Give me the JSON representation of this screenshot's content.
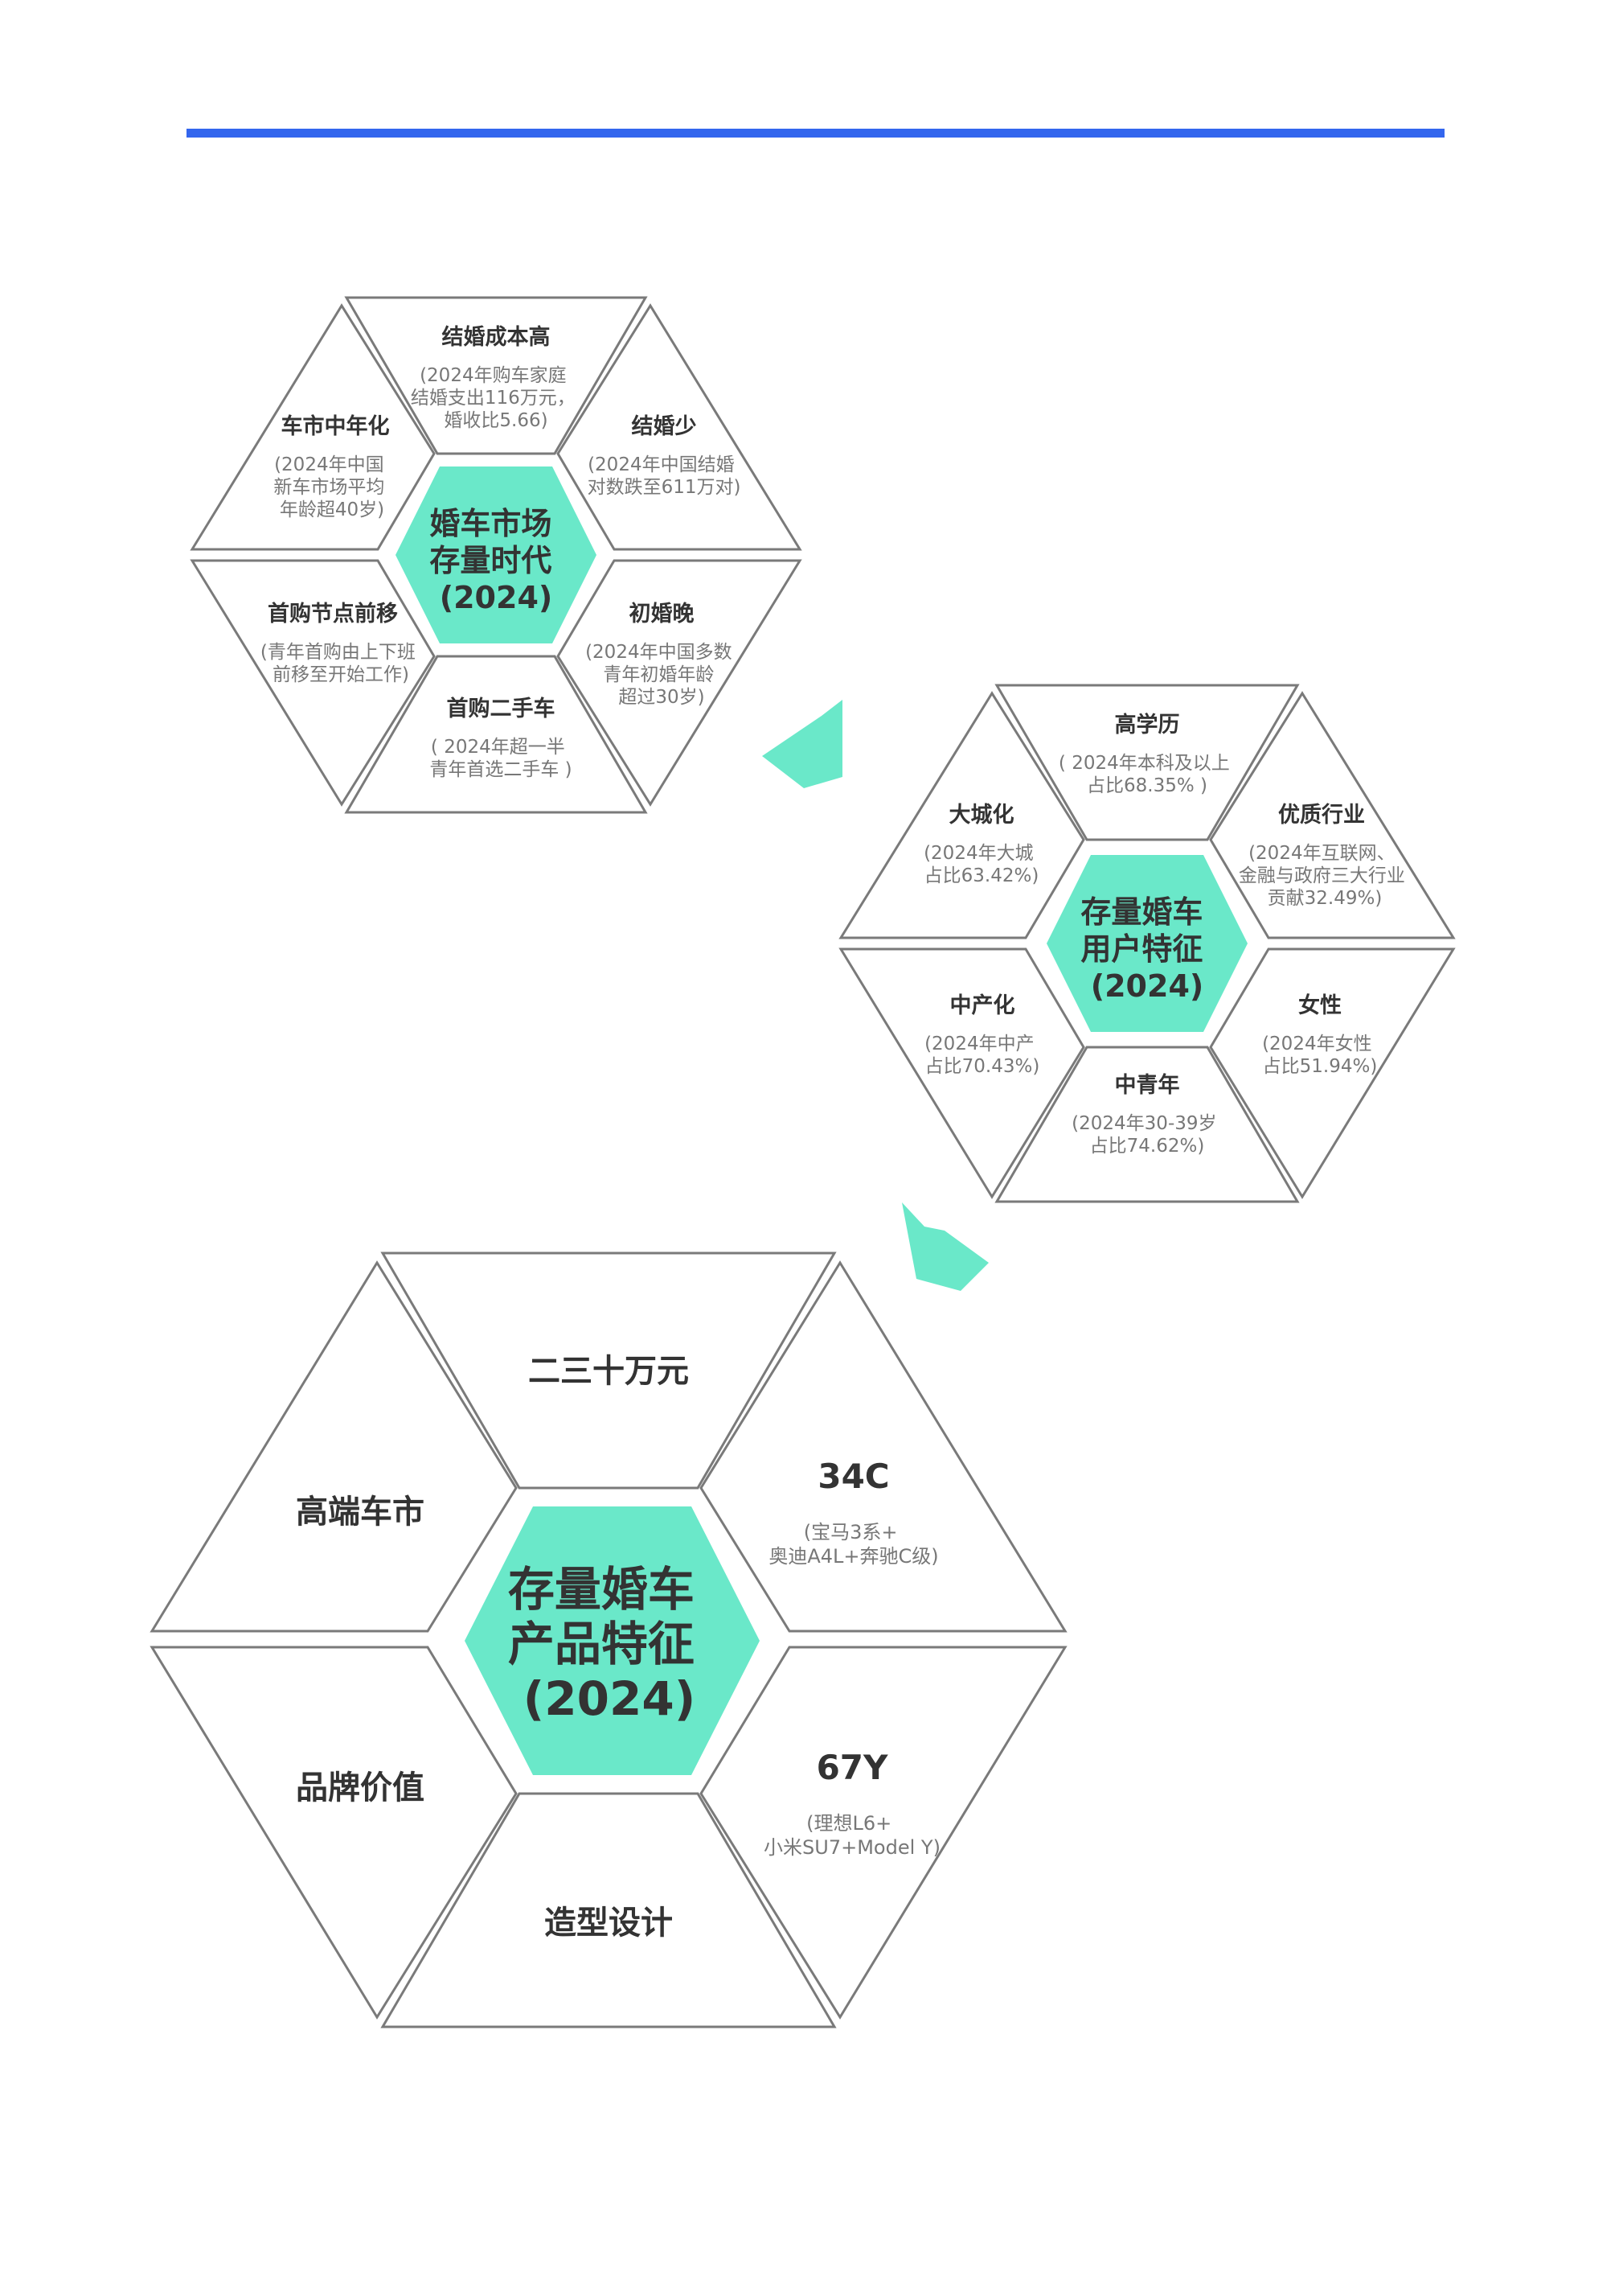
{
  "colors": {
    "top_bar": "#3366ee",
    "accent": "#6ae8c9",
    "outline": "#7a7a7a"
  },
  "hex1": {
    "center": [
      "婚车市场",
      "存量时代",
      "(2024)"
    ],
    "segments": {
      "top": {
        "title": "结婚成本高",
        "sub": [
          "(2024年购车家庭",
          "结婚支出116万元，",
          "婚收比5.66)"
        ]
      },
      "upper_right": {
        "title": "结婚少",
        "sub": [
          "(2024年中国结婚",
          "对数跌至611万对)"
        ]
      },
      "lower_right": {
        "title": "初婚晚",
        "sub": [
          "(2024年中国多数",
          "青年初婚年龄",
          "超过30岁)"
        ]
      },
      "bottom": {
        "title": "首购二手车",
        "sub": [
          "( 2024年超一半",
          "青年首选二手车 )"
        ]
      },
      "lower_left": {
        "title": "首购节点前移",
        "sub": [
          "(青年首购由上下班",
          "前移至开始工作)"
        ]
      },
      "upper_left": {
        "title": "车市中年化",
        "sub": [
          "(2024年中国",
          "新车市场平均",
          "年龄超40岁)"
        ]
      }
    }
  },
  "hex2": {
    "center": [
      "存量婚车",
      "用户特征",
      "(2024)"
    ],
    "segments": {
      "top": {
        "title": "高学历",
        "sub": [
          "( 2024年本科及以上",
          "占比68.35% )"
        ]
      },
      "upper_right": {
        "title": "优质行业",
        "sub": [
          "(2024年互联网、",
          "金融与政府三大行业",
          "贡献32.49%)"
        ]
      },
      "lower_right": {
        "title": "女性",
        "sub": [
          "(2024年女性",
          "占比51.94%)"
        ]
      },
      "bottom": {
        "title": "中青年",
        "sub": [
          "(2024年30-39岁",
          "占比74.62%)"
        ]
      },
      "lower_left": {
        "title": "中产化",
        "sub": [
          "(2024年中产",
          "占比70.43%)"
        ]
      },
      "upper_left": {
        "title": "大城化",
        "sub": [
          "(2024年大城",
          "占比63.42%)"
        ]
      }
    }
  },
  "hex3": {
    "center": [
      "存量婚车",
      "产品特征",
      "(2024)"
    ],
    "segments": {
      "top": {
        "title": "二三十万元",
        "sub": []
      },
      "upper_right": {
        "title": "34C",
        "sub": [
          "(宝马3系+",
          "奥迪A4L+奔驰C级)"
        ]
      },
      "lower_right": {
        "title": "67Y",
        "sub": [
          "(理想L6+",
          "小米SU7+Model Y)"
        ]
      },
      "bottom": {
        "title": "造型设计",
        "sub": []
      },
      "lower_left": {
        "title": "品牌价值",
        "sub": []
      },
      "upper_left": {
        "title": "高端车市",
        "sub": []
      }
    }
  }
}
